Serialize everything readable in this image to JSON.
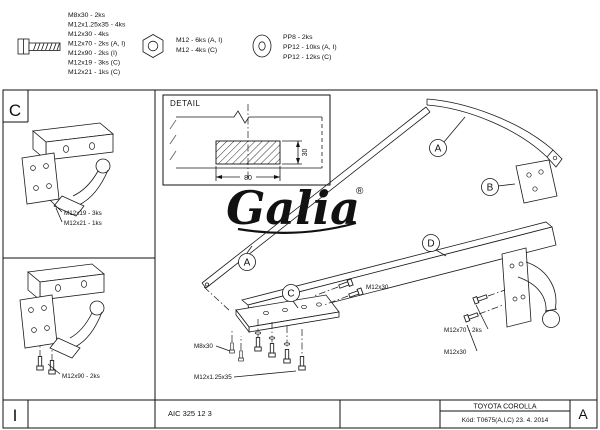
{
  "sheet": {
    "corner_letters": {
      "top_left": "C",
      "bottom_left": "I",
      "bottom_right": "A"
    }
  },
  "parts_legend": {
    "bolts": {
      "icon": "hex-bolt",
      "lines": [
        "M8x30 - 2ks",
        "M12x1.25x35 - 4ks",
        "M12x30 - 4ks",
        "M12x70 - 2ks (A, I)",
        "M12x90 - 2ks (I)",
        "M12x19 - 3ks (C)",
        "M12x21 - 1ks (C)"
      ]
    },
    "nuts": {
      "icon": "hex-nut",
      "lines": [
        "M12 - 6ks (A, I)",
        "M12 - 4ks (C)"
      ]
    },
    "washers": {
      "icon": "washer",
      "lines": [
        "PP8 - 2ks",
        "PP12 - 10ks (A, I)",
        "PP12 - 12ks (C)"
      ]
    }
  },
  "detail_view": {
    "title": "DETAIL",
    "dim_width": "80",
    "dim_height": "30"
  },
  "logo": {
    "text": "Galia",
    "reg": "®"
  },
  "left_top_view": {
    "labels": [
      "M12x19 - 3ks",
      "M12x21 - 1ks"
    ]
  },
  "left_bottom_view": {
    "labels": [
      "M12x90 - 2ks"
    ]
  },
  "assembly_view": {
    "callouts": {
      "a": "A",
      "b": "B",
      "c": "C",
      "d": "D"
    },
    "labels": {
      "beam_bolts": "M12x30",
      "right_bolt_1": "M12x70 - 2ks",
      "right_bolt_2": "M12x30",
      "left_bolt_1": "M8x30",
      "left_bolt_2": "M12x1.25x35"
    }
  },
  "title_block": {
    "drawing_number": "AIC 325 12 3",
    "vehicle": "TOYOTA COROLLA",
    "code_line": "Kód: T0675(A,I,C) 23. 4. 2014",
    "revision": "A"
  }
}
